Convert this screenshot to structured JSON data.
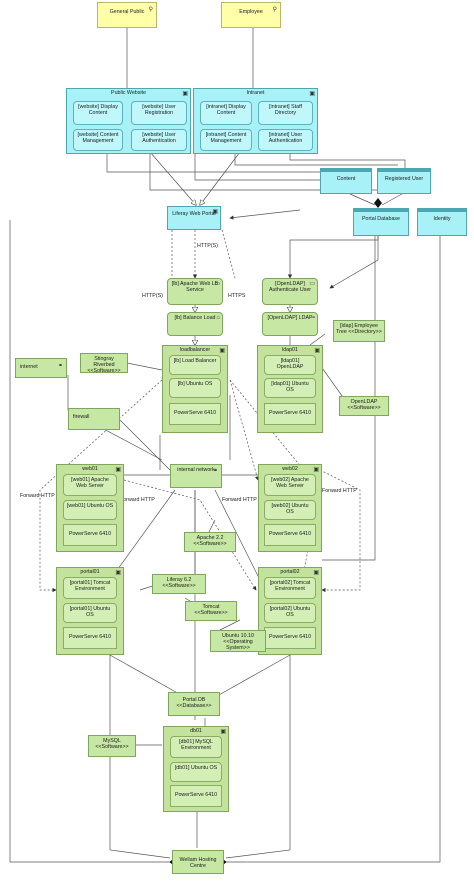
{
  "actors": {
    "general_public": "General Public",
    "employee": "Employee"
  },
  "public_website": {
    "title": "Public Website",
    "display_content": "[website] Display Content",
    "user_registration": "[website] User Registration",
    "content_management": "[website] Content Management",
    "user_authentication": "[website] User Authentication"
  },
  "intranet": {
    "title": "Intranet",
    "display_content": "[intranet] Display Content",
    "staff_directory": "[intranet] Staff Directory",
    "content_management": "[intranet] Content Management",
    "user_authentication": "[intranet] User Authentication"
  },
  "data_objects": {
    "content": "Content",
    "registered_user": "Registered User",
    "portal_database": "Portal Database",
    "identity": "Identity"
  },
  "liferay_portal": "Liferay Web Portal",
  "edge_labels": {
    "https_top": "HTTP(S)",
    "https_left": "HTTP(S)",
    "https_right": "HTTPS",
    "fwd_left": "Forward HTTP",
    "fwd_mid_left": "Forward HTTP",
    "fwd_mid_right": "Forward HTTP",
    "fwd_right": "Forward HTTP"
  },
  "lb": {
    "web_lb_service": "[lb] Apache Web LB Service",
    "balance_load": "[lb] Balance Load",
    "node_title": "loadbalancer",
    "load_balancer": "[lb] Load Balancer",
    "ubuntu_os": "[lb] Ubuntu OS",
    "powerserve": "PowerServe 6410"
  },
  "ldap": {
    "authenticate_user": "[OpenLDAP] Authenticate User",
    "openldap_ldap": "[OpenLDAP] LDAP",
    "node_title": "ldap01",
    "openldap": "[ldap01] OpenLDAP",
    "ubuntu_os": "[ldap01] Ubuntu OS",
    "powerserve": "PowerServe 6410",
    "employee_tree": "[ldap] Employee Tree <<Directory>>",
    "openldap_software": "OpenLDAP <<Software>>"
  },
  "software": {
    "stingray": "Stingray Riverbed <<Software>>",
    "apache": "Apache 2.2 <<Software>>",
    "liferay": "Liferay 6.2 <<Software>>",
    "tomcat": "Tomcat <<Software>>",
    "ubuntu": "Ubuntu 10.10 <<Operating System>>",
    "mysql": "MySQL <<Software>>",
    "portal_db": "Portal DB <<Database>>"
  },
  "networks": {
    "internet": "internet",
    "firewall": "firewall",
    "internal_network": "internal network"
  },
  "web01": {
    "title": "web01",
    "apache": "[web01] Apache Web Server",
    "ubuntu": "[web01] Ubuntu OS",
    "powerserve": "PowerServe 6410"
  },
  "web02": {
    "title": "web02",
    "apache": "[web02] Apache Web Server",
    "ubuntu": "[web02] Ubuntu OS",
    "powerserve": "PowerServe 6410"
  },
  "portal01": {
    "title": "portal01",
    "tomcat": "[portal01] Tomcat Environment",
    "ubuntu": "[portal01] Ubuntu OS",
    "powerserve": "PowerServe 6410"
  },
  "portal02": {
    "title": "portal02",
    "tomcat": "[portal02] Tomcat Environment",
    "ubuntu": "[portal02] Ubuntu OS",
    "powerserve": "PowerServe 6410"
  },
  "db01": {
    "title": "db01",
    "mysql": "[db01] MySQL Environment",
    "ubuntu": "[db01] Ubuntu OS",
    "powerserve": "PowerServe 6410"
  },
  "hosting_centre": "Wellam Hosting Centre"
}
